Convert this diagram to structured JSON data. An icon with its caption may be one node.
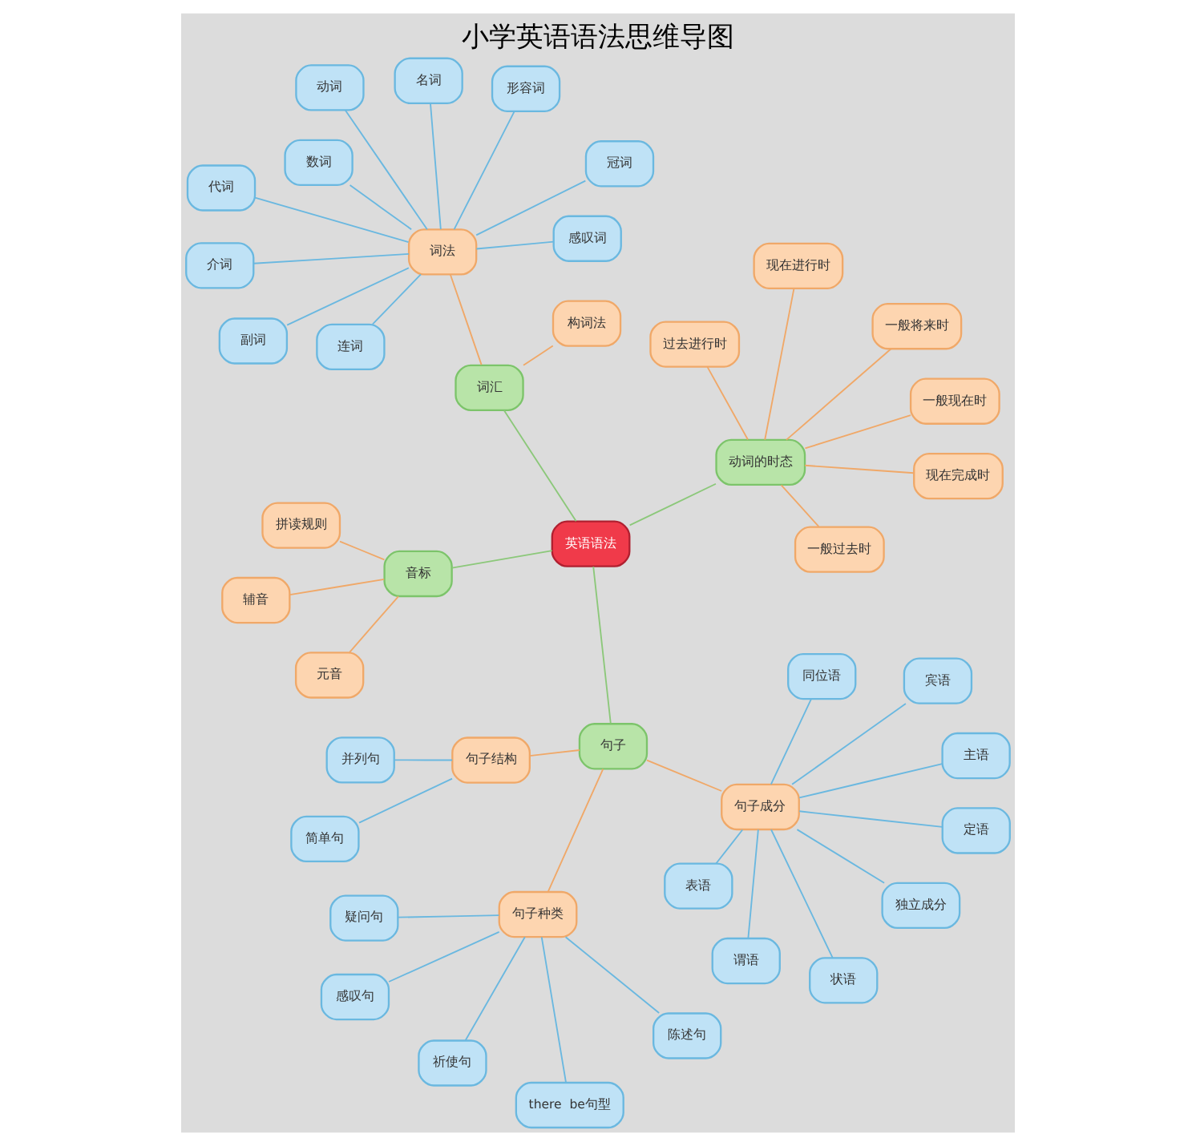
{
  "diagram": {
    "title": "小学英语语法思维导图",
    "nodes": [
      {
        "text": [
          "英语语法"
        ]
      },
      {
        "text": [
          "音标"
        ]
      },
      {
        "text": [
          "元音"
        ]
      },
      {
        "text": [
          "辅音"
        ]
      },
      {
        "text": [
          "拼读规则"
        ]
      },
      {
        "text": [
          "动词的时态"
        ]
      },
      {
        "text": [
          "一般现在时"
        ]
      },
      {
        "text": [
          "现在进行时"
        ]
      },
      {
        "text": [
          "过去进行时"
        ]
      },
      {
        "text": [
          "一般过去时"
        ]
      },
      {
        "text": [
          "现在完成时"
        ]
      },
      {
        "text": [
          "一般将来时"
        ]
      },
      {
        "text": [
          "词汇"
        ]
      },
      {
        "text": [
          "构词法"
        ]
      },
      {
        "text": [
          "词法"
        ]
      },
      {
        "text": [
          "名词"
        ]
      },
      {
        "text": [
          "冠词"
        ]
      },
      {
        "text": [
          "代词"
        ]
      },
      {
        "text": [
          "形容词"
        ]
      },
      {
        "text": [
          "副词"
        ]
      },
      {
        "text": [
          "数词"
        ]
      },
      {
        "text": [
          "介词"
        ]
      },
      {
        "text": [
          "连词"
        ]
      },
      {
        "text": [
          "动词"
        ]
      },
      {
        "text": [
          "感叹词"
        ]
      },
      {
        "text": [
          "句子"
        ]
      },
      {
        "text": [
          "句子结构"
        ]
      },
      {
        "text": [
          "简单句"
        ]
      },
      {
        "text": [
          "并列句"
        ]
      },
      {
        "text": [
          "句子种类"
        ]
      },
      {
        "text": [
          "陈述句"
        ]
      },
      {
        "text": [
          "疑问句"
        ]
      },
      {
        "text": [
          "感叹句"
        ]
      },
      {
        "text": [
          "祈使句"
        ]
      },
      {
        "text": [
          "there  be句型"
        ]
      },
      {
        "text": [
          "句子成分"
        ]
      },
      {
        "text": [
          "主语"
        ]
      },
      {
        "text": [
          "谓语"
        ]
      },
      {
        "text": [
          "宾语"
        ]
      },
      {
        "text": [
          "表语"
        ]
      },
      {
        "text": [
          "定语"
        ]
      },
      {
        "text": [
          "状语"
        ]
      },
      {
        "text": [
          "同位语"
        ]
      },
      {
        "text": [
          "独立成分"
        ]
      }
    ],
    "edges": [
      {
        "from": 0,
        "to": 1,
        "arrow": "none",
        "color": "#8cc87a"
      },
      {
        "from": 1,
        "to": 2,
        "arrow": "none",
        "color": "#f0a868"
      },
      {
        "from": 1,
        "to": 3,
        "arrow": "none",
        "color": "#f0a868"
      },
      {
        "from": 1,
        "to": 4,
        "arrow": "none",
        "color": "#f0a868"
      },
      {
        "from": 0,
        "to": 5,
        "arrow": "none",
        "color": "#8cc87a"
      },
      {
        "from": 5,
        "to": 6,
        "arrow": "none",
        "color": "#f0a868"
      },
      {
        "from": 5,
        "to": 7,
        "arrow": "none",
        "color": "#f0a868"
      },
      {
        "from": 5,
        "to": 8,
        "arrow": "none",
        "color": "#f0a868"
      },
      {
        "from": 5,
        "to": 9,
        "arrow": "none",
        "color": "#f0a868"
      },
      {
        "from": 5,
        "to": 10,
        "arrow": "none",
        "color": "#f0a868"
      },
      {
        "from": 5,
        "to": 11,
        "arrow": "none",
        "color": "#f0a868"
      },
      {
        "from": 0,
        "to": 12,
        "arrow": "none",
        "color": "#8cc87a"
      },
      {
        "from": 12,
        "to": 13,
        "arrow": "none",
        "color": "#f0a868"
      },
      {
        "from": 12,
        "to": 14,
        "arrow": "none",
        "color": "#f0a868"
      },
      {
        "from": 14,
        "to": 15,
        "arrow": "none"
      },
      {
        "from": 14,
        "to": 16,
        "arrow": "none"
      },
      {
        "from": 14,
        "to": 17,
        "arrow": "none"
      },
      {
        "from": 14,
        "to": 18,
        "arrow": "none"
      },
      {
        "from": 14,
        "to": 19,
        "arrow": "none"
      },
      {
        "from": 14,
        "to": 20,
        "arrow": "none"
      },
      {
        "from": 14,
        "to": 21,
        "arrow": "none"
      },
      {
        "from": 14,
        "to": 22,
        "arrow": "none"
      },
      {
        "from": 14,
        "to": 23,
        "arrow": "none"
      },
      {
        "from": 14,
        "to": 24,
        "arrow": "none"
      },
      {
        "from": 0,
        "to": 25,
        "arrow": "none",
        "color": "#8cc87a"
      },
      {
        "from": 25,
        "to": 26,
        "arrow": "none",
        "color": "#f0a868"
      },
      {
        "from": 26,
        "to": 27,
        "arrow": "none"
      },
      {
        "from": 26,
        "to": 28,
        "arrow": "none"
      },
      {
        "from": 25,
        "to": 29,
        "arrow": "none",
        "color": "#f0a868"
      },
      {
        "from": 29,
        "to": 30,
        "arrow": "none"
      },
      {
        "from": 29,
        "to": 31,
        "arrow": "none"
      },
      {
        "from": 29,
        "to": 32,
        "arrow": "none"
      },
      {
        "from": 29,
        "to": 33,
        "arrow": "none"
      },
      {
        "from": 29,
        "to": 34,
        "arrow": "none"
      },
      {
        "from": 25,
        "to": 35,
        "arrow": "none",
        "color": "#f0a868"
      },
      {
        "from": 35,
        "to": 36,
        "arrow": "none"
      },
      {
        "from": 35,
        "to": 37,
        "arrow": "none"
      },
      {
        "from": 35,
        "to": 38,
        "arrow": "none"
      },
      {
        "from": 35,
        "to": 39,
        "arrow": "none"
      },
      {
        "from": 35,
        "to": 40,
        "arrow": "none"
      },
      {
        "from": 35,
        "to": 41,
        "arrow": "none"
      },
      {
        "from": 35,
        "to": 42,
        "arrow": "none"
      },
      {
        "from": 35,
        "to": 43,
        "arrow": "none"
      }
    ]
  }
}
